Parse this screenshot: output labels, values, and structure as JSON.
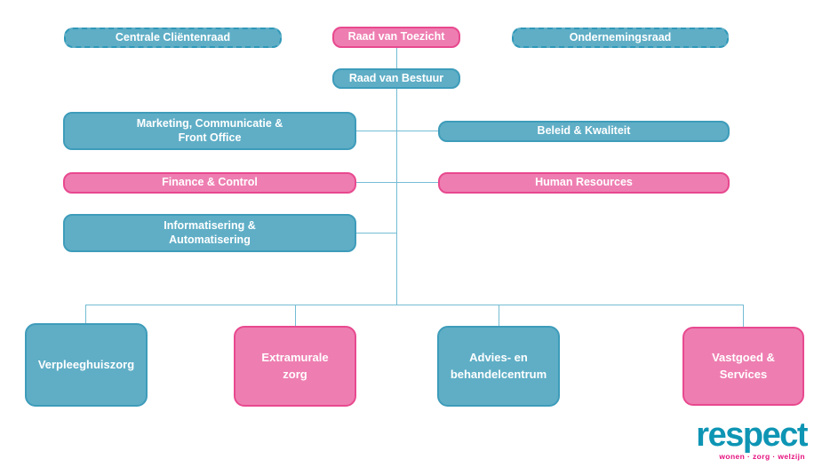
{
  "diagram": {
    "type": "org-chart",
    "organization": "Respect",
    "legend_colors": {
      "teal_fill": "#5FAEC6",
      "teal_border": "#3E9CBA",
      "teal_dashed_border": "#2F98B9",
      "pink_fill": "#EE7EB1",
      "pink_border": "#E8498F",
      "connector_line": "#74BCD4"
    },
    "nodes": {
      "centrale_clientenraad": {
        "label": "Centrale Cliëntenraad",
        "style": "teal-dashed"
      },
      "raad_van_toezicht": {
        "label": "Raad van Toezicht",
        "style": "pink"
      },
      "ondernemingsraad": {
        "label": "Ondernemingsraad",
        "style": "teal-dashed"
      },
      "raad_van_bestuur": {
        "label": "Raad van Bestuur",
        "style": "teal"
      },
      "marketing": {
        "label": "Marketing, Communicatie &\nFront Office",
        "style": "teal"
      },
      "beleid_kwaliteit": {
        "label": "Beleid & Kwaliteit",
        "style": "teal"
      },
      "finance_control": {
        "label": "Finance & Control",
        "style": "pink"
      },
      "human_resources": {
        "label": "Human Resources",
        "style": "pink"
      },
      "informatisering": {
        "label": "Informatisering &\nAutomatisering",
        "style": "teal"
      },
      "verpleeghuiszorg": {
        "label": "Verpleeghuiszorg",
        "style": "teal"
      },
      "extramurale_zorg": {
        "label": "Extramurale\nzorg",
        "style": "pink"
      },
      "advies_behandelcentrum": {
        "label": "Advies- en\nbehandelcentrum",
        "style": "teal"
      },
      "vastgoed_services": {
        "label": "Vastgoed &\nServices",
        "style": "pink"
      }
    },
    "edges": [
      "raad_van_toezicht -> raad_van_bestuur",
      "raad_van_bestuur -> marketing",
      "raad_van_bestuur -> beleid_kwaliteit",
      "raad_van_bestuur -> finance_control",
      "raad_van_bestuur -> human_resources",
      "raad_van_bestuur -> informatisering",
      "raad_van_bestuur -> verpleeghuiszorg",
      "raad_van_bestuur -> extramurale_zorg",
      "raad_van_bestuur -> advies_behandelcentrum",
      "raad_van_bestuur -> vastgoed_services"
    ]
  },
  "logo": {
    "brand": "respect",
    "tagline": "wonen · zorg · welzijn",
    "brand_color": "#0E95B4",
    "tagline_color": "#E5117F"
  }
}
